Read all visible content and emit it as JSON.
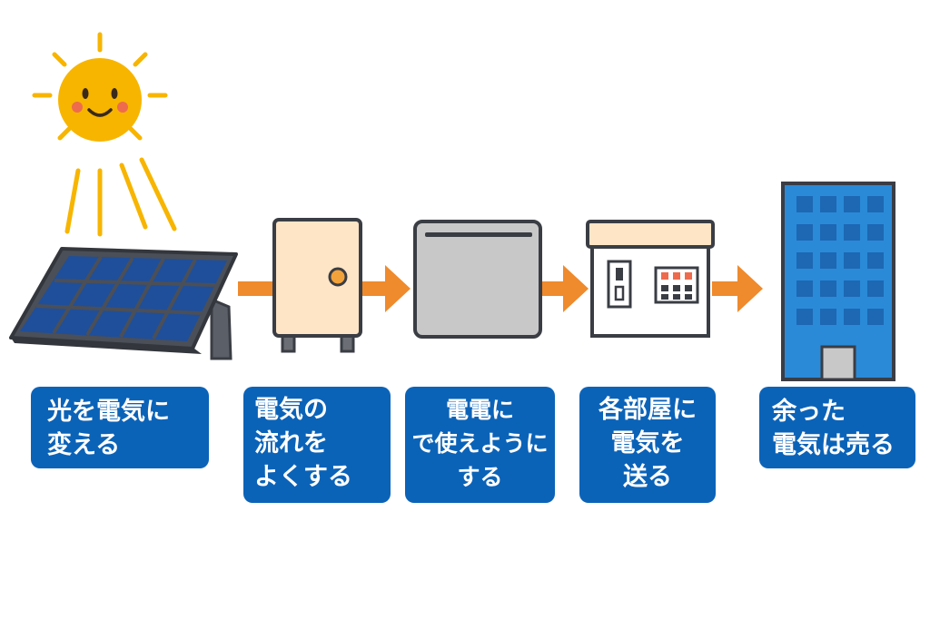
{
  "colors": {
    "sun": "#f7b500",
    "sun_cheek": "#ee6b4d",
    "panel_frame": "#4b4f57",
    "panel_cell": "#1f4f9a",
    "arrow": "#ef8a2d",
    "conditioner": "#fde5c6",
    "battery": "#c8c8c8",
    "house_roof": "#fde5c6",
    "building": "#2a8ad8",
    "label_bg": "#0b63b8",
    "label_text": "#ffffff",
    "accent": "#f6b800"
  },
  "steps": [
    {
      "icon": "solar-panel-icon",
      "lines": [
        "光を電気に",
        "変える"
      ]
    },
    {
      "icon": "power-conditioner-icon",
      "lines": [
        "電気の",
        "流れを",
        "よくする"
      ]
    },
    {
      "icon": "battery-icon",
      "lines": [
        "電電に",
        "で使えように",
        "する"
      ]
    },
    {
      "icon": "distribution-board-icon",
      "lines": [
        "各部屋に",
        "電気を",
        "送る"
      ]
    },
    {
      "icon": "building-icon",
      "lines": [
        "余った",
        "電気は売る"
      ]
    }
  ]
}
